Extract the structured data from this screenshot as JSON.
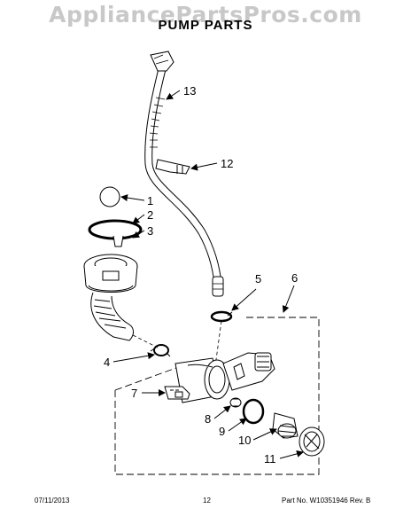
{
  "watermark": "AppliancePartsPros.com",
  "title": "PUMP PARTS",
  "callouts": {
    "c1": "1",
    "c2": "2",
    "c3": "3",
    "c4": "4",
    "c5": "5",
    "c6": "6",
    "c7": "7",
    "c8": "8",
    "c9": "9",
    "c10": "10",
    "c11": "11",
    "c12": "12",
    "c13": "13"
  },
  "footer": {
    "date": "07/11/2013",
    "page": "12",
    "part": "Part No.  W10351946  Rev.  B"
  }
}
